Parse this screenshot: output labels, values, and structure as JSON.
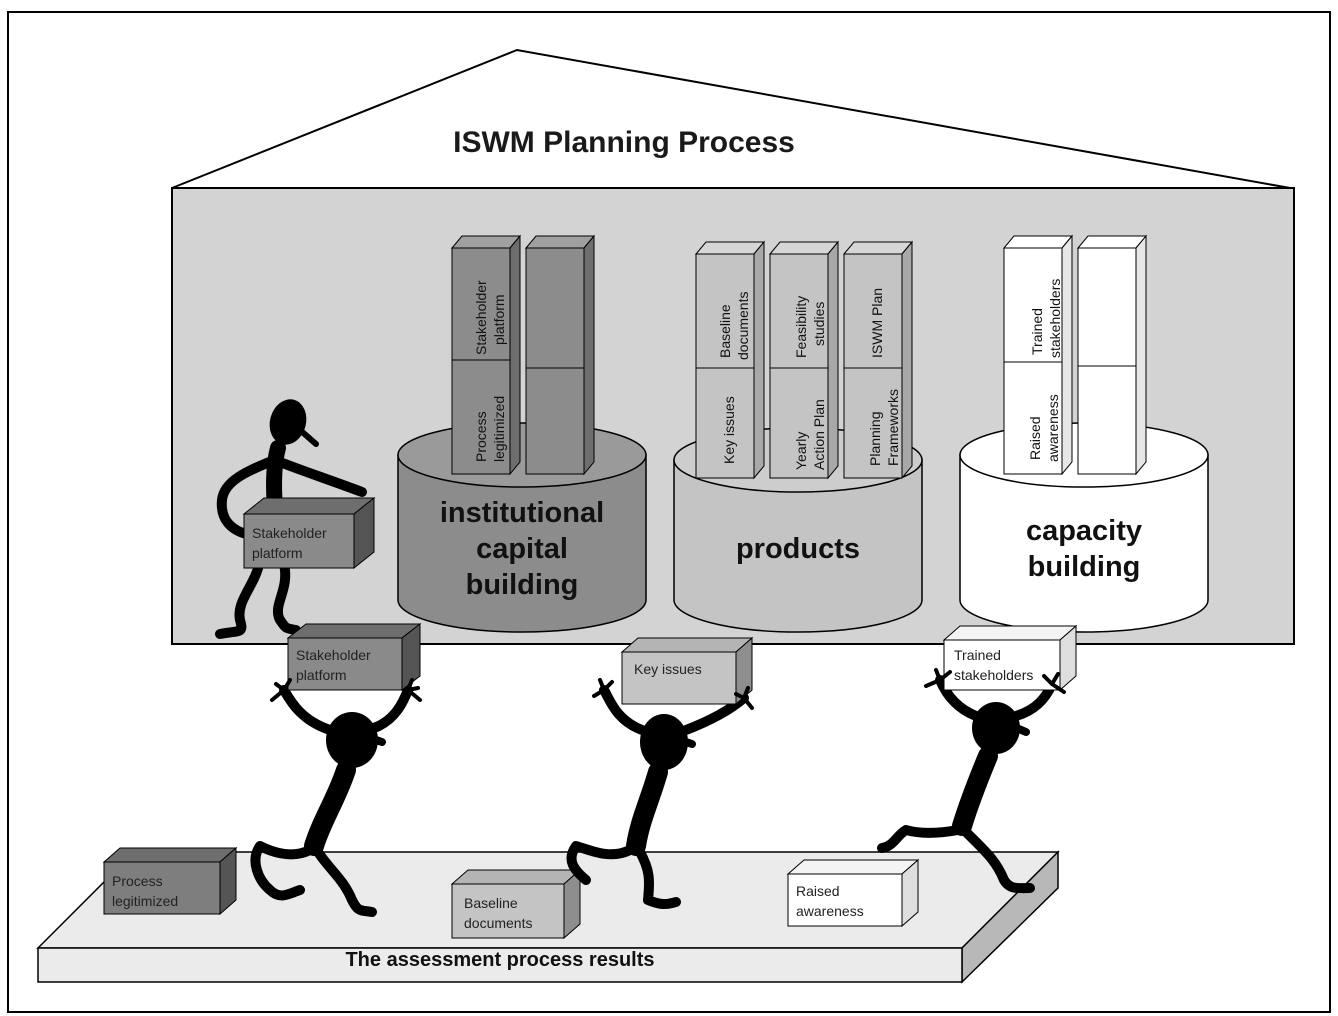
{
  "title": "ISWM Planning Process",
  "base_label": "The assessment process results",
  "pillars": [
    {
      "label_lines": [
        "institutional",
        "capital",
        "building"
      ],
      "fill": "#8c8c8c"
    },
    {
      "label_lines": [
        "products"
      ],
      "fill": "#c4c4c4"
    },
    {
      "label_lines": [
        "capacity",
        "building"
      ],
      "fill": "#ffffff"
    }
  ],
  "stacks": {
    "institutional": {
      "col1_top": [
        "Stakeholder",
        "platform"
      ],
      "col1_bottom": [
        "Process",
        "legitimized"
      ]
    },
    "products": {
      "col1_top": [
        "Baseline",
        "documents"
      ],
      "col1_bottom": [
        "Key issues"
      ],
      "col2_top": [
        "Feasibility",
        "studies"
      ],
      "col2_bottom": [
        "Yearly",
        "Action Plan"
      ],
      "col3_top": [
        "ISWM Plan"
      ],
      "col3_bottom": [
        "Planning",
        "Frameworks"
      ]
    },
    "capacity": {
      "col1_top": [
        "Trained",
        "stakeholders"
      ],
      "col1_bottom": [
        "Raised",
        "awareness"
      ]
    }
  },
  "carried_boxes": {
    "walker": [
      "Stakeholder",
      "platform"
    ],
    "lifter1": [
      "Stakeholder",
      "platform"
    ],
    "lifter2": [
      "Key issues"
    ],
    "lifter3": [
      "Trained",
      "stakeholders"
    ]
  },
  "base_boxes": {
    "left": [
      "Process",
      "legitimized"
    ],
    "middle": [
      "Baseline",
      "documents"
    ],
    "right": [
      "Raised",
      "awareness"
    ]
  },
  "colors": {
    "house_fill": "#d3d3d3",
    "dark_gray": "#8c8c8c",
    "mid_gray": "#c4c4c4",
    "white": "#ffffff",
    "figure": "#000000"
  }
}
